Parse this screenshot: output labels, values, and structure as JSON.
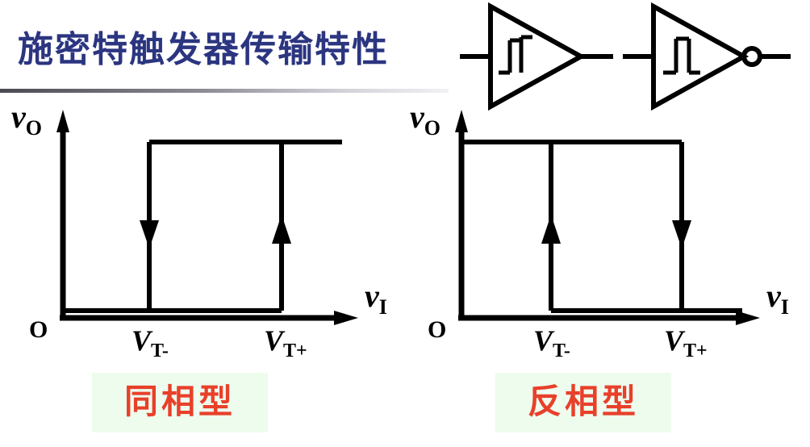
{
  "slide": {
    "title": "施密特触发器传输特性",
    "title_color": "#2b3580",
    "background_color": "#ffffff"
  },
  "symbols": {
    "noninverting": {
      "name": "同相施密特触发器符号",
      "has_output_bubble": false,
      "glyph": "hysteresis"
    },
    "inverting": {
      "name": "反相施密特触发器符号",
      "has_output_bubble": true,
      "glyph": "hysteresis"
    }
  },
  "captions": {
    "left": "同相型",
    "right": "反相型",
    "text_color": "#e8402a",
    "box_color": "#eefcee"
  },
  "axis": {
    "y_label": "v",
    "y_sub": "O",
    "x_label": "v",
    "x_sub": "I",
    "origin": "O",
    "tick_low": "V",
    "tick_low_sub": "T-",
    "tick_high": "V",
    "tick_high_sub": "T+"
  },
  "chart_data": [
    {
      "type": "line",
      "title": "同相型",
      "xlabel": "vI",
      "ylabel": "vO",
      "grid": false,
      "legend": null,
      "annotations": [
        "O",
        "VT-",
        "VT+"
      ],
      "xticks": [
        "VT-",
        "VT+"
      ],
      "transfer": "non-inverting Schmitt trigger hysteresis loop",
      "series": [
        {
          "name": "rising branch",
          "direction": "up",
          "points": [
            [
              0,
              0
            ],
            [
              1,
              0
            ],
            [
              1,
              1
            ],
            [
              2,
              1
            ]
          ],
          "arrow_at": "VT+"
        },
        {
          "name": "falling branch",
          "direction": "down",
          "points": [
            [
              2,
              1
            ],
            [
              0.45,
              1
            ],
            [
              0.45,
              0
            ],
            [
              0,
              0
            ]
          ],
          "arrow_at": "VT-"
        }
      ],
      "levels": {
        "low": 0,
        "high": 1
      }
    },
    {
      "type": "line",
      "title": "反相型",
      "xlabel": "vI",
      "ylabel": "vO",
      "grid": false,
      "legend": null,
      "annotations": [
        "O",
        "VT-",
        "VT+"
      ],
      "xticks": [
        "VT-",
        "VT+"
      ],
      "transfer": "inverting Schmitt trigger hysteresis loop",
      "series": [
        {
          "name": "falling branch",
          "direction": "down",
          "points": [
            [
              0,
              1
            ],
            [
              1,
              1
            ],
            [
              1,
              0
            ],
            [
              2,
              0
            ]
          ],
          "arrow_at": "VT+"
        },
        {
          "name": "rising branch",
          "direction": "up",
          "points": [
            [
              2,
              0
            ],
            [
              0.45,
              0
            ],
            [
              0.45,
              1
            ],
            [
              0,
              1
            ]
          ],
          "arrow_at": "VT-"
        }
      ],
      "levels": {
        "low": 0,
        "high": 1
      }
    }
  ]
}
